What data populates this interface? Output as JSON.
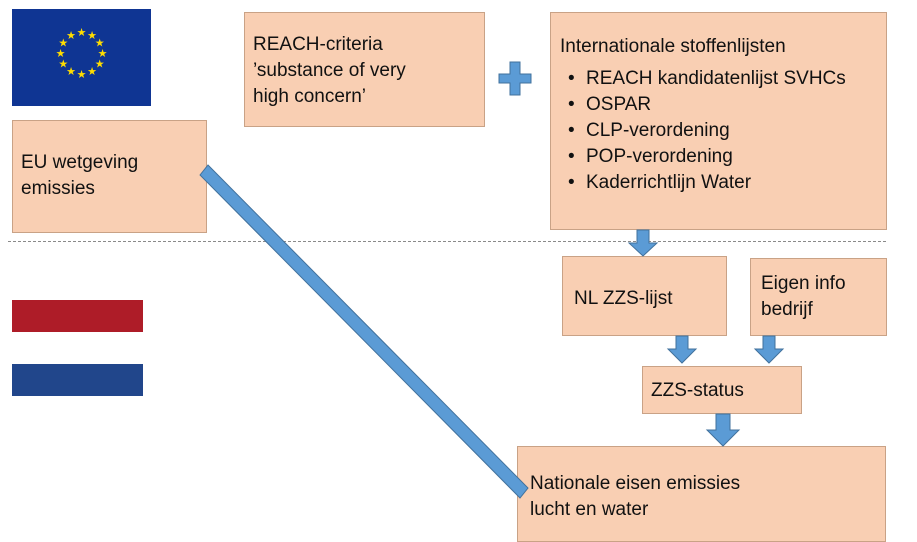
{
  "eu_box": {
    "line1": "EU wetgeving",
    "line2": "emissies"
  },
  "reach_box": {
    "line1": "REACH-criteria",
    "line2": "’substance of very",
    "line3": "high concern’"
  },
  "intl_box": {
    "title": "Internationale stoffenlijsten",
    "items": [
      "REACH kandidatenlijst SVHCs",
      "OSPAR",
      "CLP-verordening",
      "POP-verordening",
      "Kaderrichtlijn Water"
    ]
  },
  "nl_zzs_box": {
    "label": "NL ZZS-lijst"
  },
  "eigen_info_box": {
    "line1": "Eigen info",
    "line2": "bedrijf"
  },
  "zzs_status_box": {
    "label": "ZZS-status"
  },
  "nationale_box": {
    "line1": "Nationale eisen emissies",
    "line2": "lucht en water"
  },
  "colors": {
    "box_fill": "#f9cfb3",
    "arrow_blue": "#5b9bd5",
    "eu_blue": "#0f3593",
    "eu_star": "#ffdd00",
    "nl_red": "#ae1c28",
    "nl_blue": "#21468b"
  }
}
